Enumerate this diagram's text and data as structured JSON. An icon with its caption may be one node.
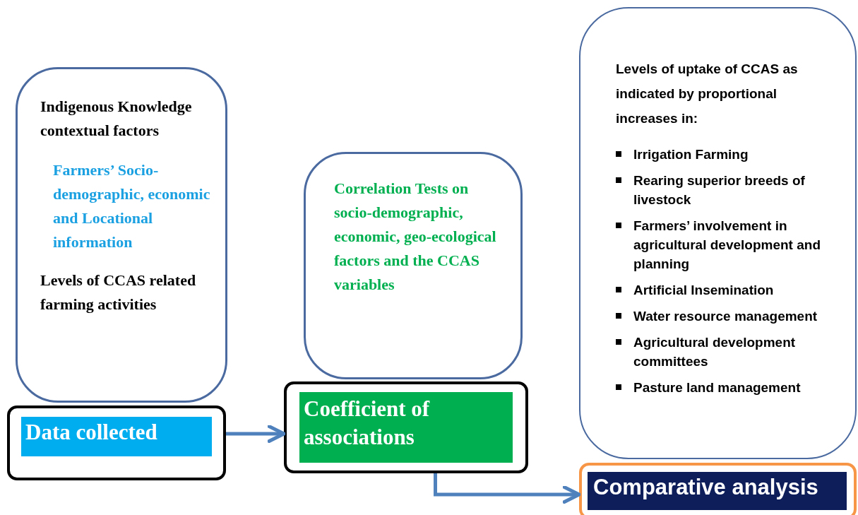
{
  "diagram": {
    "nodes": [
      {
        "text": [
          "Indigenous Knowledge contextual factors",
          "Farmers’ Socio-demographic, economic and Locational information",
          "Levels of CCAS related farming activities"
        ]
      },
      {
        "text": [
          "Data collected"
        ]
      },
      {
        "text": [
          "Correlation Tests on socio-demographic, economic, geo-ecological factors and the CCAS variables"
        ]
      },
      {
        "text": [
          "Coefficient of associations"
        ]
      },
      {
        "text": [
          "Levels of uptake of CCAS as indicated by proportional increases in:",
          "Irrigation Farming",
          "Rearing superior breeds of livestock",
          "Farmers’ involvement in agricultural development and planning",
          "Artificial Insemination",
          "Water resource management",
          "Agricultural development committees",
          "Pasture land management"
        ]
      },
      {
        "text": [
          "Comparative analysis"
        ]
      }
    ],
    "edges": [
      {
        "from": 1,
        "to": 3,
        "arrow": "to"
      },
      {
        "from": 3,
        "to": 5,
        "arrow": "to"
      }
    ]
  }
}
